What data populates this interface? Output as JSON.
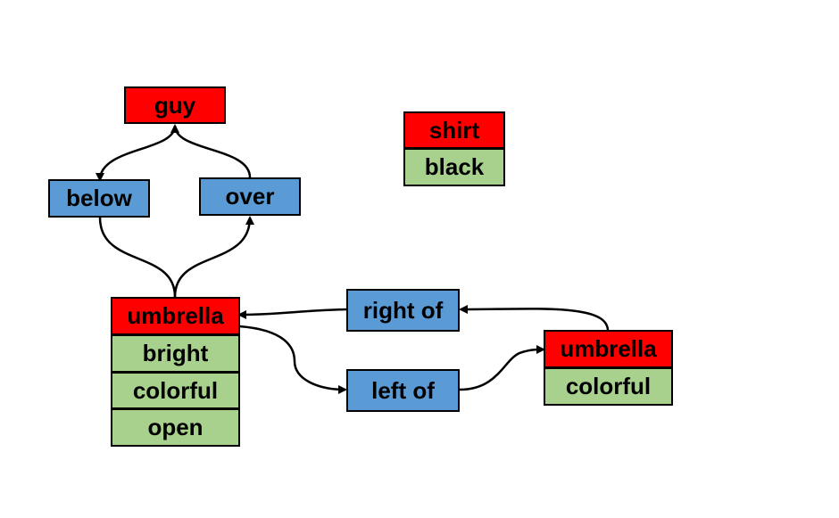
{
  "colors": {
    "object": "#ff0000",
    "attribute": "#a9d18e",
    "relation": "#5b9bd5",
    "edge": "#000000"
  },
  "objects": {
    "guy": {
      "label": "guy",
      "attributes": []
    },
    "shirt": {
      "label": "shirt",
      "attributes": [
        "black"
      ]
    },
    "umbrella_left": {
      "label": "umbrella",
      "attributes": [
        "bright",
        "colorful",
        "open"
      ]
    },
    "umbrella_right": {
      "label": "umbrella",
      "attributes": [
        "colorful"
      ]
    }
  },
  "relations": {
    "below": {
      "label": "below",
      "subject": "guy",
      "object": "umbrella_left"
    },
    "over": {
      "label": "over",
      "subject": "umbrella_left",
      "object": "guy"
    },
    "right_of": {
      "label": "right of",
      "subject": "umbrella_right",
      "object": "umbrella_left"
    },
    "left_of": {
      "label": "left of",
      "subject": "umbrella_left",
      "object": "umbrella_right"
    }
  }
}
